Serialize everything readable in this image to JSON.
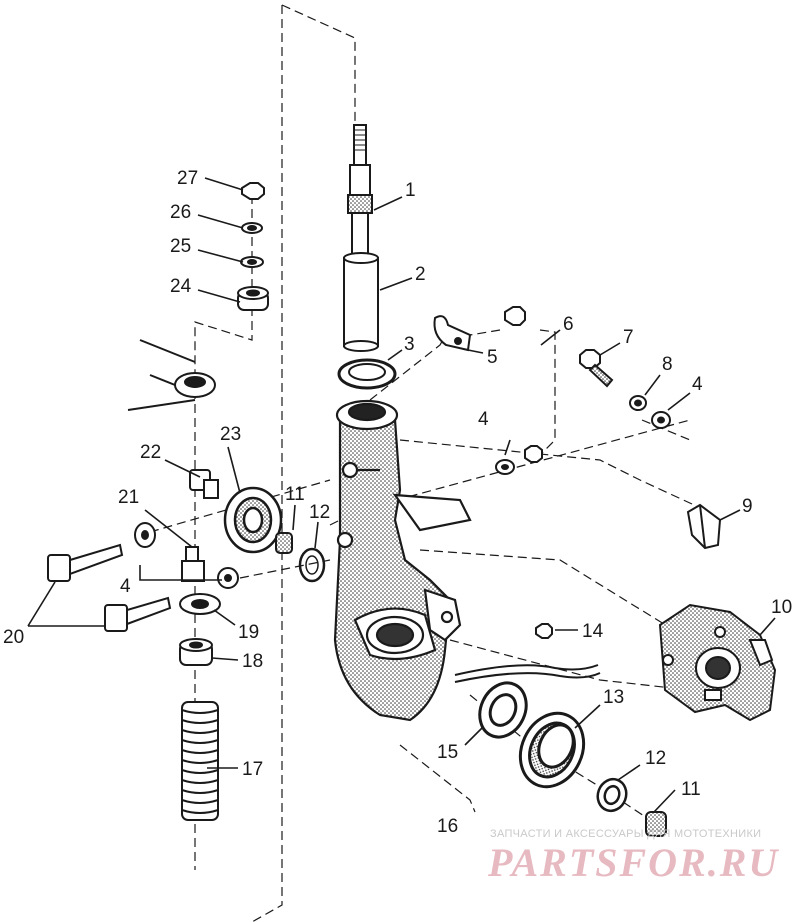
{
  "labels": [
    {
      "id": "1",
      "text": "1"
    },
    {
      "id": "2",
      "text": "2"
    },
    {
      "id": "3",
      "text": "3"
    },
    {
      "id": "4a",
      "text": "4"
    },
    {
      "id": "4b",
      "text": "4"
    },
    {
      "id": "4c",
      "text": "4"
    },
    {
      "id": "5",
      "text": "5"
    },
    {
      "id": "6",
      "text": "6"
    },
    {
      "id": "7",
      "text": "7"
    },
    {
      "id": "8",
      "text": "8"
    },
    {
      "id": "9",
      "text": "9"
    },
    {
      "id": "10",
      "text": "10"
    },
    {
      "id": "11a",
      "text": "11"
    },
    {
      "id": "11b",
      "text": "11"
    },
    {
      "id": "12a",
      "text": "12"
    },
    {
      "id": "12b",
      "text": "12"
    },
    {
      "id": "13",
      "text": "13"
    },
    {
      "id": "14",
      "text": "14"
    },
    {
      "id": "15",
      "text": "15"
    },
    {
      "id": "16",
      "text": "16"
    },
    {
      "id": "17",
      "text": "17"
    },
    {
      "id": "18",
      "text": "18"
    },
    {
      "id": "19",
      "text": "19"
    },
    {
      "id": "20",
      "text": "20"
    },
    {
      "id": "21",
      "text": "21"
    },
    {
      "id": "22",
      "text": "22"
    },
    {
      "id": "23",
      "text": "23"
    },
    {
      "id": "24",
      "text": "24"
    },
    {
      "id": "25",
      "text": "25"
    },
    {
      "id": "26",
      "text": "26"
    },
    {
      "id": "27",
      "text": "27"
    }
  ],
  "watermark": {
    "tagline": "ЗАПЧАСТИ И АКСЕССУАРЫ ДЛЯ МОТОТЕХНИКИ",
    "brand": "PARTSFOR.RU"
  },
  "colors": {
    "ink": "#1a1a1a",
    "watermark": "#e7b9c0"
  }
}
